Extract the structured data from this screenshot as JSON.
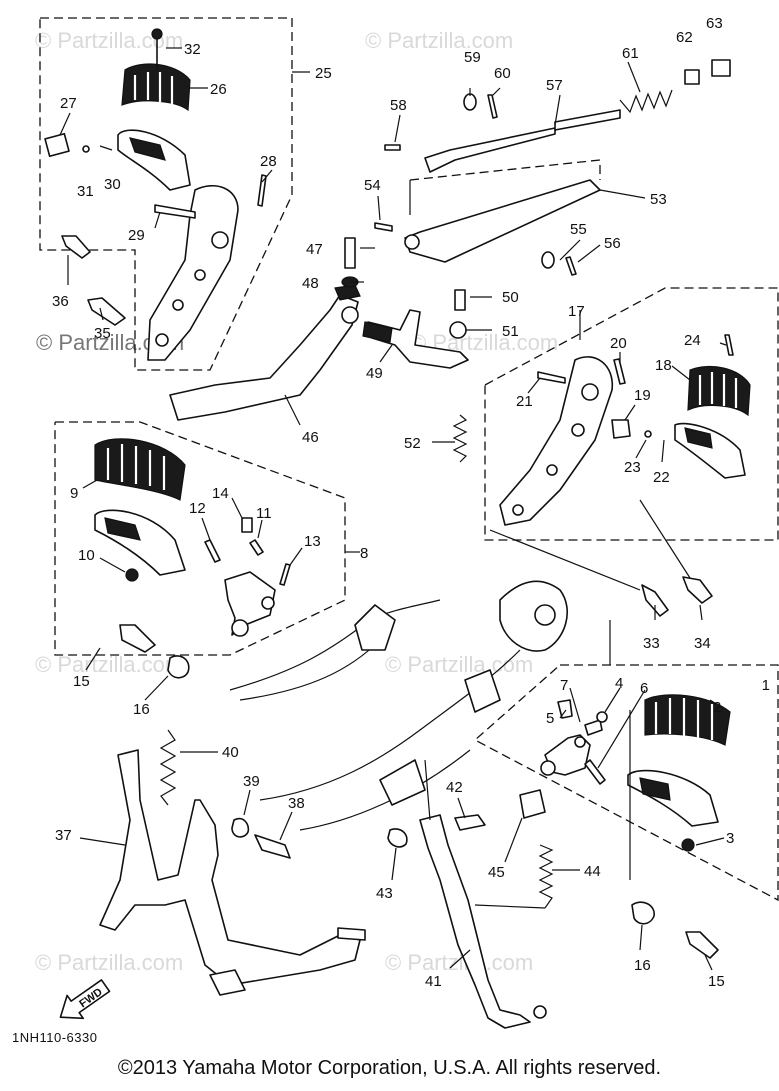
{
  "watermark": "© Partzilla.com",
  "diagram_code": "1NH110-6330",
  "copyright": "©2013  Yamaha Motor Corporation, U.S.A. All rights reserved.",
  "fwd_label": "FWD",
  "callouts": [
    "1",
    "2",
    "3",
    "4",
    "5",
    "6",
    "7",
    "8",
    "9",
    "10",
    "11",
    "12",
    "13",
    "14",
    "15",
    "16",
    "17",
    "18",
    "19",
    "20",
    "21",
    "22",
    "23",
    "24",
    "25",
    "26",
    "27",
    "28",
    "29",
    "30",
    "31",
    "32",
    "33",
    "34",
    "35",
    "36",
    "37",
    "38",
    "39",
    "40",
    "41",
    "42",
    "43",
    "44",
    "45",
    "46",
    "47",
    "48",
    "49",
    "50",
    "51",
    "52",
    "53",
    "54",
    "55",
    "56",
    "57",
    "58",
    "59",
    "60",
    "61",
    "62",
    "63",
    "15",
    "16"
  ]
}
